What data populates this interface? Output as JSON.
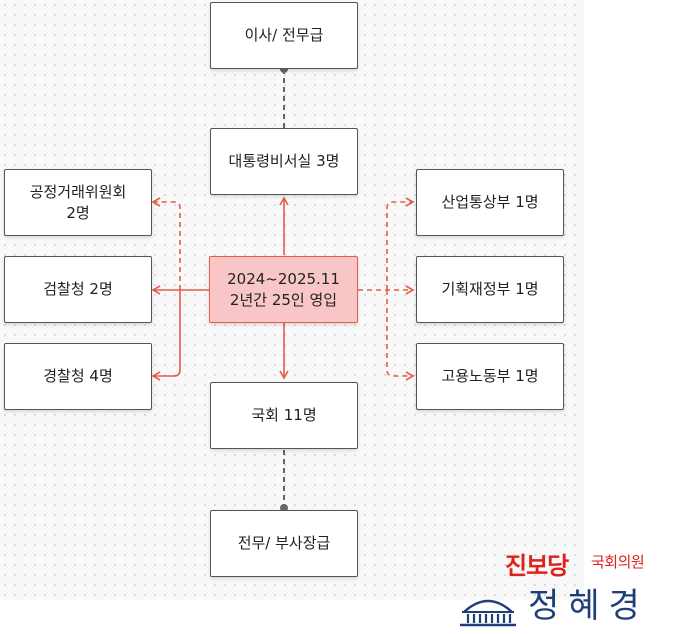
{
  "nodes": {
    "top": "이사/ 전무급",
    "president_office": "대통령비서실 3명",
    "center_line1": "2024~2025.11",
    "center_line2": "2년간 25인 영입",
    "fair_trade_line1": "공정거래위원회",
    "fair_trade_line2": "2명",
    "prosecution": "검찰청 2명",
    "police": "경찰청 4명",
    "trade_ministry": "산업통상부 1명",
    "finance_ministry": "기획재정부 1명",
    "labor_ministry": "고용노동부 1명",
    "assembly": "국회 11명",
    "bottom": "전무/ 부사장급"
  },
  "logo": {
    "party": "진보당",
    "title": "국회의원",
    "name": "정혜경"
  },
  "colors": {
    "accent": "#e35c4c",
    "center_fill": "#f8c6c6",
    "dashed_gray": "#666666",
    "party_red": "#e0201b",
    "name_blue": "#1f3f7a"
  }
}
